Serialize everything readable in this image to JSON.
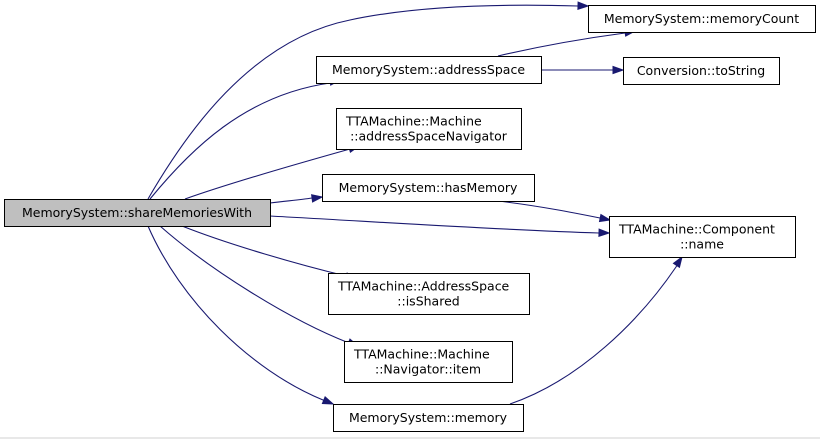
{
  "diagram": {
    "type": "call-graph",
    "colors": {
      "edge": "#191970",
      "root_fill": "#bfbfbf",
      "node_fill": "#ffffff",
      "border": "#000000"
    },
    "nodes": {
      "share": {
        "lines": [
          "MemorySystem::shareMemoriesWith"
        ]
      },
      "memoryCount": {
        "lines": [
          "MemorySystem::memoryCount"
        ]
      },
      "addressSpace": {
        "lines": [
          "MemorySystem::addressSpace"
        ]
      },
      "toString": {
        "lines": [
          "Conversion::toString"
        ]
      },
      "addressSpaceNavigator": {
        "lines": [
          "TTAMachine::Machine",
          "::addressSpaceNavigator"
        ]
      },
      "hasMemory": {
        "lines": [
          "MemorySystem::hasMemory"
        ]
      },
      "componentName": {
        "lines": [
          "TTAMachine::Component",
          "::name"
        ]
      },
      "isShared": {
        "lines": [
          "TTAMachine::AddressSpace",
          "::isShared"
        ]
      },
      "navigatorItem": {
        "lines": [
          "TTAMachine::Machine",
          "::Navigator::item"
        ]
      },
      "memory": {
        "lines": [
          "MemorySystem::memory"
        ]
      }
    },
    "edges": [
      [
        "share",
        "memoryCount"
      ],
      [
        "share",
        "addressSpace"
      ],
      [
        "share",
        "addressSpaceNavigator"
      ],
      [
        "share",
        "hasMemory"
      ],
      [
        "share",
        "componentName"
      ],
      [
        "share",
        "isShared"
      ],
      [
        "share",
        "navigatorItem"
      ],
      [
        "share",
        "memory"
      ],
      [
        "addressSpace",
        "memoryCount"
      ],
      [
        "addressSpace",
        "toString"
      ],
      [
        "hasMemory",
        "componentName"
      ],
      [
        "memory",
        "componentName"
      ]
    ]
  }
}
